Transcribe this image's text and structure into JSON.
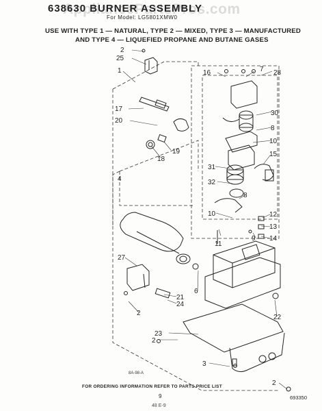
{
  "header": {
    "watermark": "AppliancePartsPros.com",
    "title": "638630 BURNER ASSEMBLY",
    "subtitle": "For Model: LG5801XMW0",
    "usage_line1": "USE WITH TYPE 1 — NATURAL, TYPE 2 — MIXED, TYPE 3 — MANUFACTURED",
    "usage_line2": "AND TYPE 4 — LIQUEFIED PROPANE AND BUTANE GASES"
  },
  "diagram": {
    "callouts": [
      "2",
      "25",
      "1",
      "17",
      "20",
      "19",
      "18",
      "4",
      "27",
      "2",
      "21",
      "24",
      "6",
      "22",
      "23",
      "2",
      "3",
      "2",
      "16",
      "7",
      "28",
      "30",
      "8",
      "10",
      "15",
      "31",
      "32",
      "8",
      "10",
      "11",
      "12",
      "9",
      "13",
      "14",
      "7"
    ],
    "figure_ref": "8A-98-A"
  },
  "footer": {
    "note": "FOR ORDERING INFORMATION REFER TO PARTS PRICE LIST",
    "page_number": "9",
    "page_code": "693350",
    "bottom_mark": "48 E-9"
  }
}
